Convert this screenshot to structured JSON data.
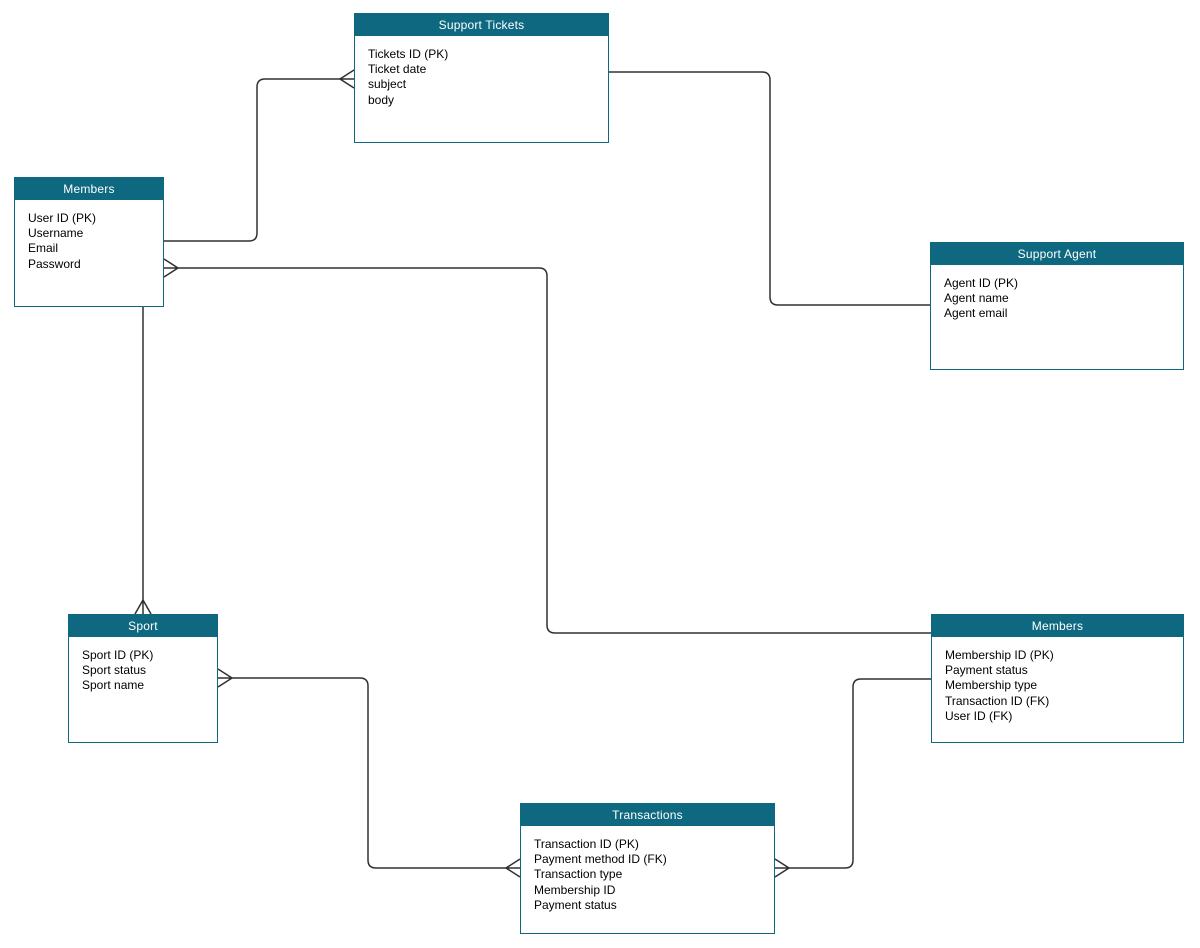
{
  "diagram": {
    "type": "entity-relationship",
    "background_color": "#ffffff",
    "header_color": "#0e6980",
    "header_text_color": "#ffffff",
    "border_color": "#0e6980",
    "connector_color": "#303030"
  },
  "entities": [
    {
      "id": "support-tickets",
      "title": "Support Tickets",
      "fields": [
        "Tickets ID (PK)",
        "Ticket date",
        "subject",
        "body"
      ]
    },
    {
      "id": "members-top",
      "title": "Members",
      "fields": [
        "User ID (PK)",
        "Username",
        "Email",
        "Password"
      ]
    },
    {
      "id": "support-agent",
      "title": "Support Agent",
      "fields": [
        "Agent ID (PK)",
        "Agent name",
        "Agent email"
      ]
    },
    {
      "id": "sport",
      "title": "Sport",
      "fields": [
        "Sport ID (PK)",
        "Sport status",
        "Sport name"
      ]
    },
    {
      "id": "members-bottom",
      "title": "Members",
      "fields": [
        "Membership ID (PK)",
        "Payment status",
        "Membership type",
        "Transaction ID (FK)",
        "User ID (FK)"
      ]
    },
    {
      "id": "transactions",
      "title": "Transactions",
      "fields": [
        "Transaction ID (PK)",
        "Payment method ID (FK)",
        "Transaction type",
        "Membership ID",
        "Payment status"
      ]
    }
  ],
  "relationships": [
    {
      "from": "members-top",
      "to": "support-tickets",
      "crow_foot_at": [
        "support-tickets"
      ]
    },
    {
      "from": "support-tickets",
      "to": "support-agent",
      "crow_foot_at": []
    },
    {
      "from": "members-top",
      "to": "members-bottom",
      "crow_foot_at": [
        "members-top"
      ]
    },
    {
      "from": "members-top",
      "to": "sport",
      "crow_foot_at": [
        "sport"
      ]
    },
    {
      "from": "sport",
      "to": "transactions",
      "crow_foot_at": [
        "sport",
        "transactions"
      ]
    },
    {
      "from": "transactions",
      "to": "members-bottom",
      "crow_foot_at": [
        "transactions"
      ]
    }
  ]
}
